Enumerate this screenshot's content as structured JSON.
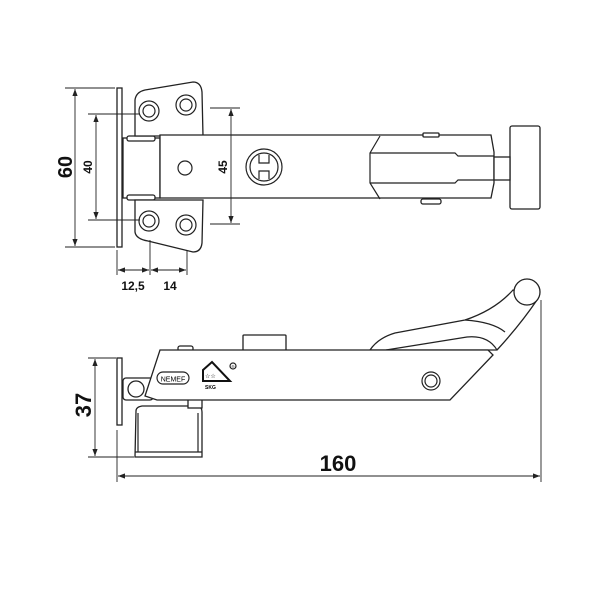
{
  "title": "Window stay / hinge technical drawing",
  "top_view": {
    "dimensions": {
      "overall_height": "60",
      "hole_spacing": "40",
      "arm_span": "45",
      "offset_a": "12,5",
      "offset_b": "14"
    }
  },
  "side_view": {
    "dimensions": {
      "height": "37",
      "length": "160"
    },
    "logo_text": "NEMEF",
    "mark_text": "SKG",
    "mark_stars": "☆☆",
    "registered_symbol": "®"
  }
}
